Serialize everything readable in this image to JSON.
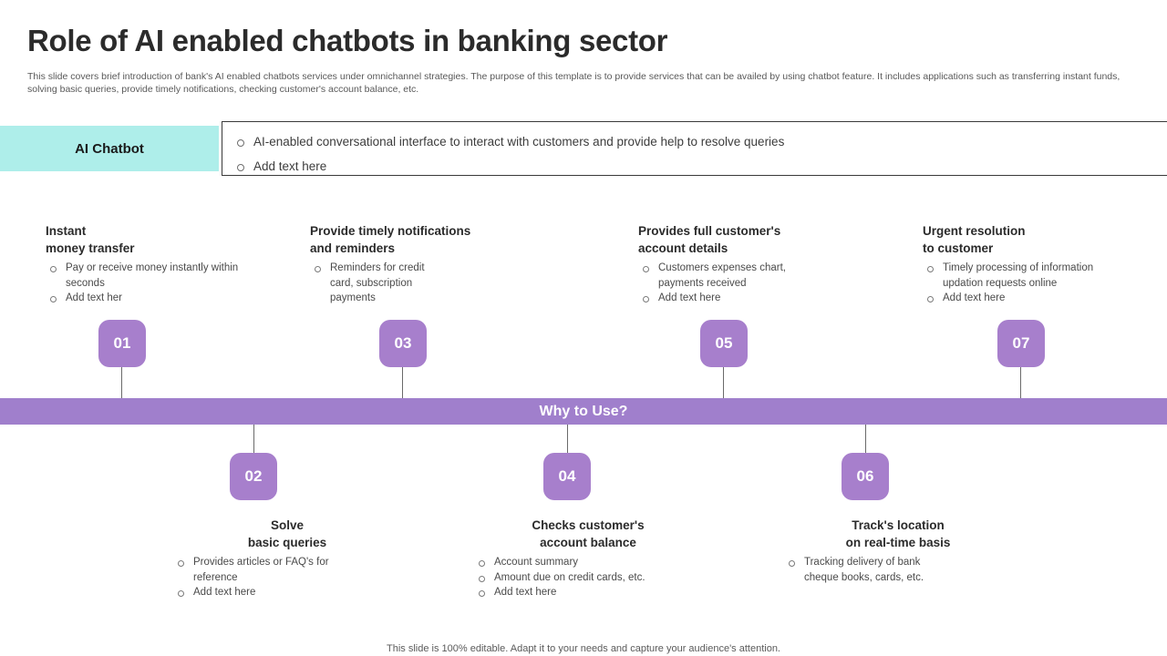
{
  "header": {
    "title": "Role of AI enabled chatbots in banking sector",
    "subtitle": "This slide covers brief introduction of bank's AI enabled chatbots services under omnichannel strategies. The purpose of this template is to provide services that can be availed by using chatbot feature. It includes applications such as transferring instant funds, solving basic queries, provide timely notifications, checking customer's account balance, etc."
  },
  "banner": {
    "label": "AI Chatbot",
    "bullets": [
      "AI-enabled conversational interface to interact with customers and provide help to resolve queries",
      "Add text here"
    ]
  },
  "center_bar": {
    "label": "Why to Use?"
  },
  "colors": {
    "accent_cyan": "#aeeeea",
    "accent_purple": "#a07fcc",
    "badge_purple": "#a77fcc",
    "title_text": "#2b2b2b",
    "body_text": "#4a4a4a"
  },
  "top_columns": [
    {
      "number": "01",
      "title": "Instant\nmoney transfer",
      "bullets": [
        "Pay or receive money instantly within seconds",
        "Add text her"
      ]
    },
    {
      "number": "03",
      "title": "Provide timely notifications\nand reminders",
      "bullets": [
        "Reminders for credit card, subscription payments"
      ]
    },
    {
      "number": "05",
      "title": "Provides full customer's\naccount details",
      "bullets": [
        "Customers expenses chart, payments received",
        "Add text here"
      ]
    },
    {
      "number": "07",
      "title": "Urgent resolution\nto customer",
      "bullets": [
        "Timely processing of information updation requests online",
        "Add text here"
      ]
    }
  ],
  "bottom_columns": [
    {
      "number": "02",
      "title": "Solve\nbasic queries",
      "bullets": [
        "Provides articles or FAQ's for reference",
        "Add text here"
      ]
    },
    {
      "number": "04",
      "title": "Checks customer's\naccount balance",
      "bullets": [
        "Account summary",
        "Amount due on credit cards, etc.",
        "Add text here"
      ]
    },
    {
      "number": "06",
      "title": "Track's location\non real-time basis",
      "bullets": [
        "Tracking delivery of bank cheque books, cards, etc."
      ]
    }
  ],
  "footer": {
    "note": "This slide is 100% editable. Adapt it to your needs and capture your audience's attention."
  }
}
